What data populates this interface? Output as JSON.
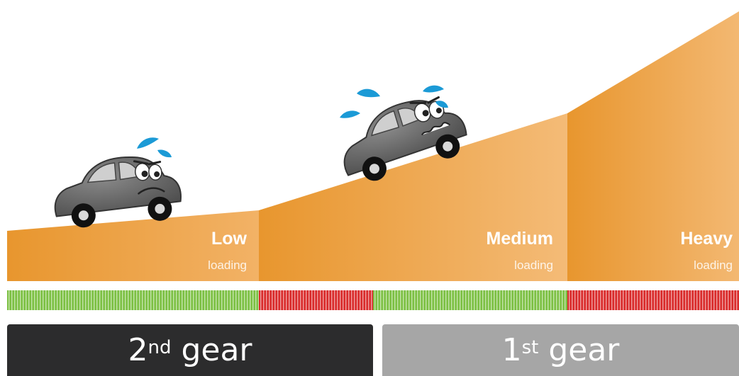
{
  "loads": [
    {
      "level": "Low",
      "sub": "loading"
    },
    {
      "level": "Medium",
      "sub": "loading"
    },
    {
      "level": "Heavy",
      "sub": "loading"
    }
  ],
  "gears": [
    {
      "number": "2",
      "suffix": "nd",
      "word": " gear"
    },
    {
      "number": "1",
      "suffix": "st",
      "word": " gear"
    }
  ],
  "colors": {
    "ramp_dark": "#e8962e",
    "ramp_light": "#f3b872",
    "stripe_green": "#7cc043",
    "stripe_red": "#d92b2b",
    "gear_dark": "#2c2c2d",
    "gear_light": "#a6a6a6",
    "car_body": "#6e6e6e",
    "sweat": "#1b9ad6"
  },
  "icons": [
    "car-low-icon",
    "car-medium-icon",
    "sweat-drop-icon"
  ]
}
